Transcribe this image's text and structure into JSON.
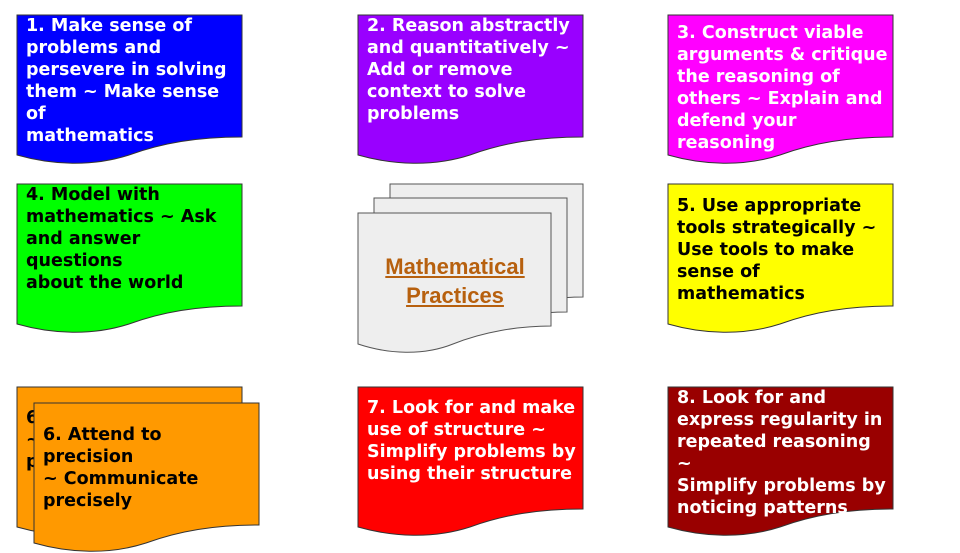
{
  "title_card": {
    "label": "Mathematical\nPractices",
    "fill": "#eeeeee",
    "text_color": "#b7600e"
  },
  "practices": [
    {
      "id": "practice-1",
      "text": "1. Make sense of\nproblems and\npersevere in solving\nthem ~ Make sense of\nmathematics",
      "fill": "#0000ff",
      "text_color": "#ffffff"
    },
    {
      "id": "practice-2",
      "text": "2. Reason abstractly\nand quantitatively ~\nAdd or remove\ncontext to solve\nproblems",
      "fill": "#9900ff",
      "text_color": "#ffffff"
    },
    {
      "id": "practice-3",
      "text": "3. Construct viable\narguments & critique\nthe reasoning of\nothers ~ Explain and\ndefend your\nreasoning",
      "fill": "#ff00ff",
      "text_color": "#ffffff"
    },
    {
      "id": "practice-4",
      "text": "4. Model with\nmathematics ~ Ask\nand answer questions\nabout the world",
      "fill": "#00ff00",
      "text_color": "#000000"
    },
    {
      "id": "practice-5",
      "text": "5. Use appropriate\ntools strategically ~\nUse tools to make\nsense of mathematics",
      "fill": "#ffff00",
      "text_color": "#000000"
    },
    {
      "id": "practice-6-back",
      "text": "6\n~\np",
      "fill": "#ff9900",
      "text_color": "#000000"
    },
    {
      "id": "practice-6",
      "text": "6. Attend to precision\n~ Communicate\nprecisely",
      "fill": "#ff9900",
      "text_color": "#000000"
    },
    {
      "id": "practice-7",
      "text": "7. Look for and make\nuse of structure ~\nSimplify problems by\nusing their structure",
      "fill": "#ff0000",
      "text_color": "#ffffff"
    },
    {
      "id": "practice-8",
      "text": "8. Look for and\nexpress regularity in\nrepeated reasoning ~\nSimplify problems by\nnoticing patterns",
      "fill": "#990000",
      "text_color": "#ffffff"
    }
  ]
}
